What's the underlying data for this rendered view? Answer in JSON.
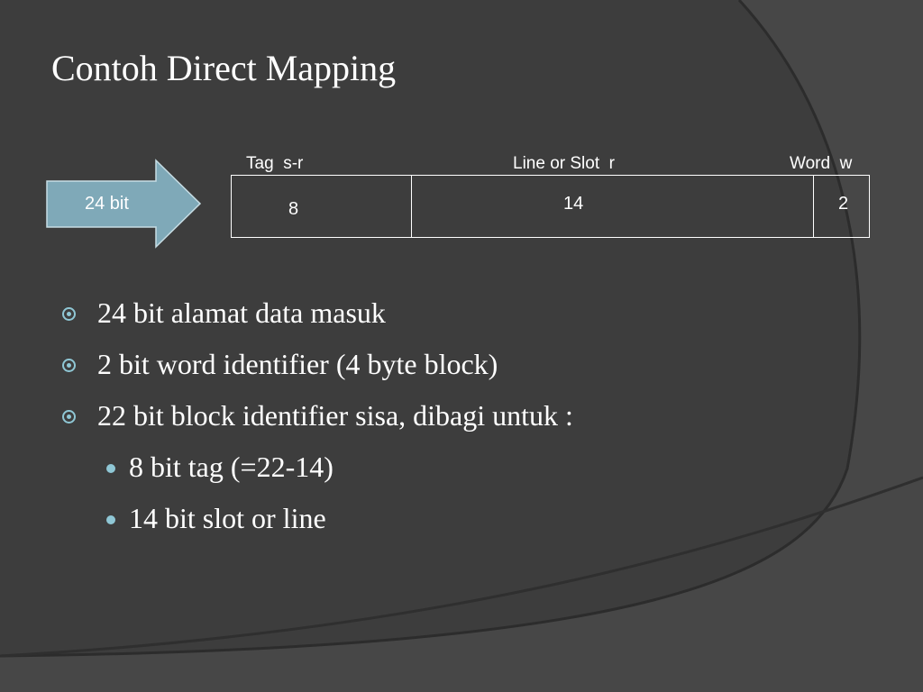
{
  "slide": {
    "title": "Contoh Direct Mapping"
  },
  "diagram": {
    "input_label": "24 bit",
    "fields": [
      {
        "label": "Tag  s-r",
        "bits": "8"
      },
      {
        "label": "Line or Slot  r",
        "bits": "14"
      },
      {
        "label": "Word  w",
        "bits": "2"
      }
    ]
  },
  "bullets": [
    {
      "text": "24 bit alamat data masuk",
      "level": 1
    },
    {
      "text": "2 bit word identifier (4 byte block)",
      "level": 1
    },
    {
      "text": "22 bit block identifier sisa, dibagi untuk :",
      "level": 1
    },
    {
      "text": "8 bit tag (=22-14)",
      "level": 2
    },
    {
      "text": "14 bit slot or line",
      "level": 2
    }
  ],
  "colors": {
    "background": "#3d3d3d",
    "accent": "#8fc7d5",
    "arrow_fill": "#7fa9b8",
    "text": "#ffffff"
  }
}
